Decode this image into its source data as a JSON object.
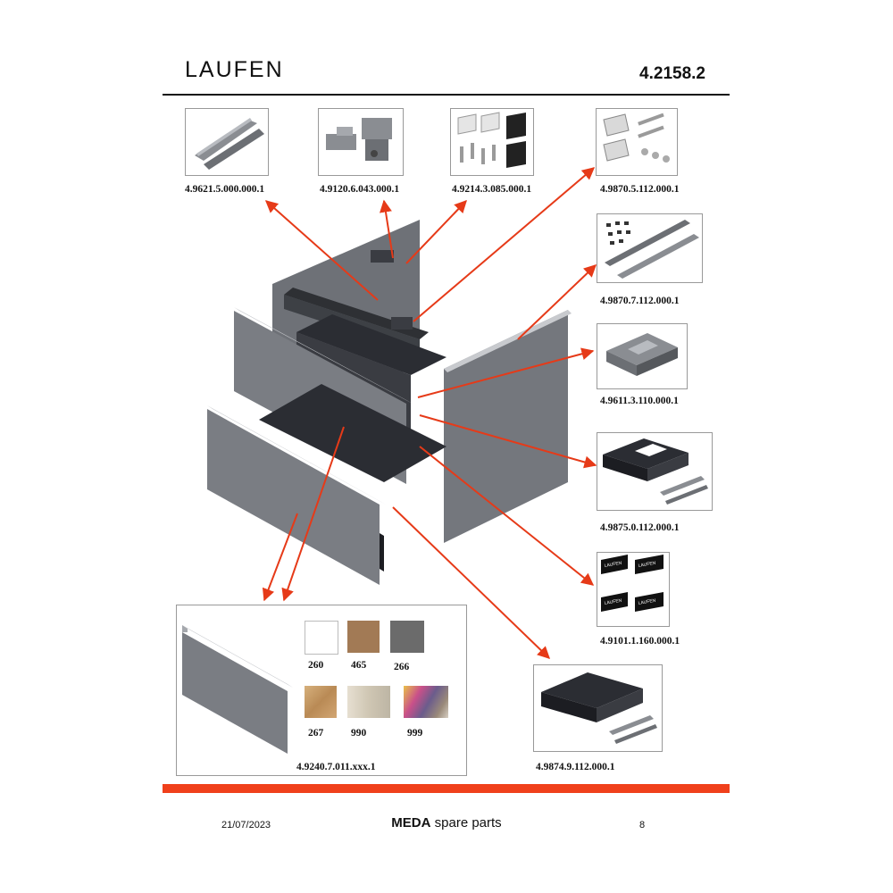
{
  "header": {
    "brand": "LAUFEN",
    "document_number": "4.2158.2"
  },
  "parts": [
    {
      "id": "rails",
      "code": "4.9621.5.000.000.1"
    },
    {
      "id": "hinges",
      "code": "4.9120.6.043.000.1"
    },
    {
      "id": "fixing-kit",
      "code": "4.9214.3.085.000.1"
    },
    {
      "id": "bracket-kit",
      "code": "4.9870.5.112.000.1"
    },
    {
      "id": "profile-strips",
      "code": "4.9870.7.112.000.1"
    },
    {
      "id": "drawer-insert-small",
      "code": "4.9611.3.110.000.1"
    },
    {
      "id": "drawer-u-shape",
      "code": "4.9875.0.112.000.1"
    },
    {
      "id": "logo-plates",
      "code": "4.9101.1.160.000.1"
    },
    {
      "id": "drawer-full",
      "code": "4.9874.9.112.000.1"
    },
    {
      "id": "front-panel",
      "code": "4.9240.7.011.xxx.1"
    }
  ],
  "logo_plate_text": "LAUFEN",
  "finishes": [
    {
      "code": "260",
      "color": "#ffffff"
    },
    {
      "code": "465",
      "color": "#a27a55"
    },
    {
      "code": "266",
      "color": "#6b6b6b"
    },
    {
      "code": "267",
      "color": "#c9a06c"
    },
    {
      "code": "990",
      "color": "#d8cfbd"
    },
    {
      "code": "999",
      "color": "#8c7a6b"
    }
  ],
  "footer": {
    "date": "21/07/2023",
    "product": "MEDA",
    "title_suffix": "spare parts",
    "page": "8"
  },
  "colors": {
    "accent": "#f0401b",
    "cabinet": "#7a7d83"
  }
}
